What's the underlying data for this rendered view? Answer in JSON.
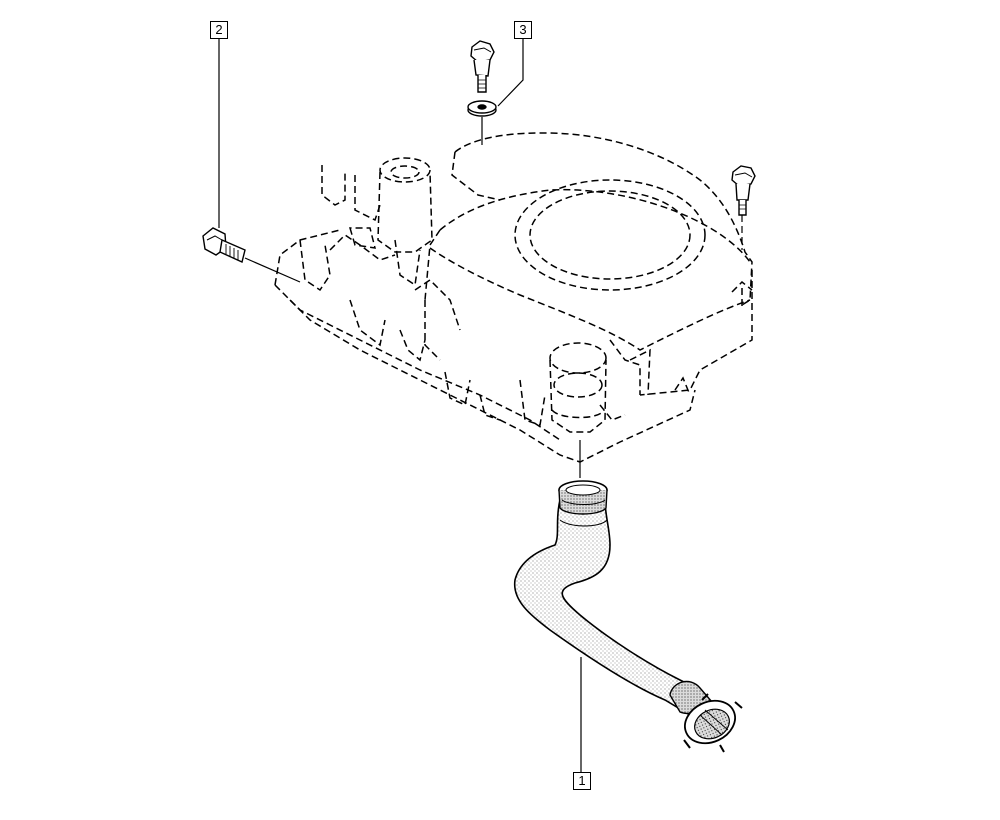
{
  "callouts": {
    "item_1": "1",
    "item_2": "2",
    "item_3": "3"
  },
  "colors": {
    "line": "#000000",
    "background": "#ffffff",
    "hose_dots": "#7a7a7a"
  }
}
